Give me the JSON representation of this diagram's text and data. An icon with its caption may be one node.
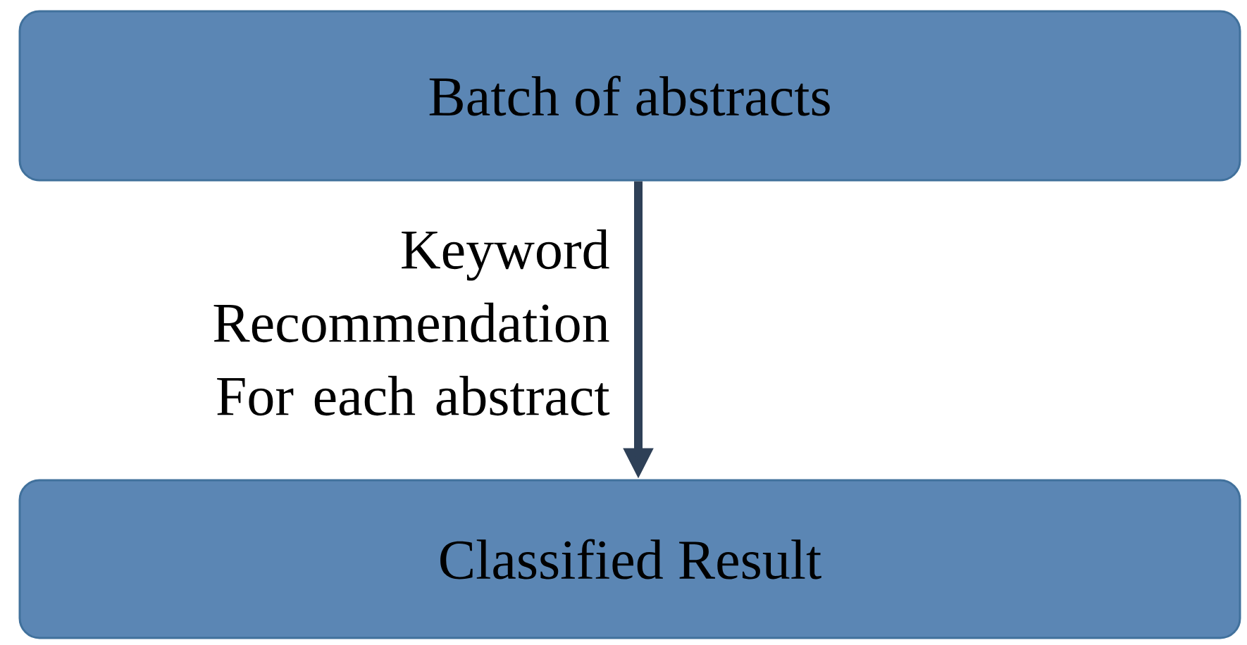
{
  "diagram": {
    "nodes": [
      {
        "text": [
          "Batch of abstracts"
        ]
      },
      {
        "text": [
          "Classified Result"
        ]
      }
    ],
    "edges": [
      {
        "from": 0,
        "to": 1,
        "arrow": "to",
        "label": "Keyword Recommendation For each abstract"
      }
    ]
  }
}
